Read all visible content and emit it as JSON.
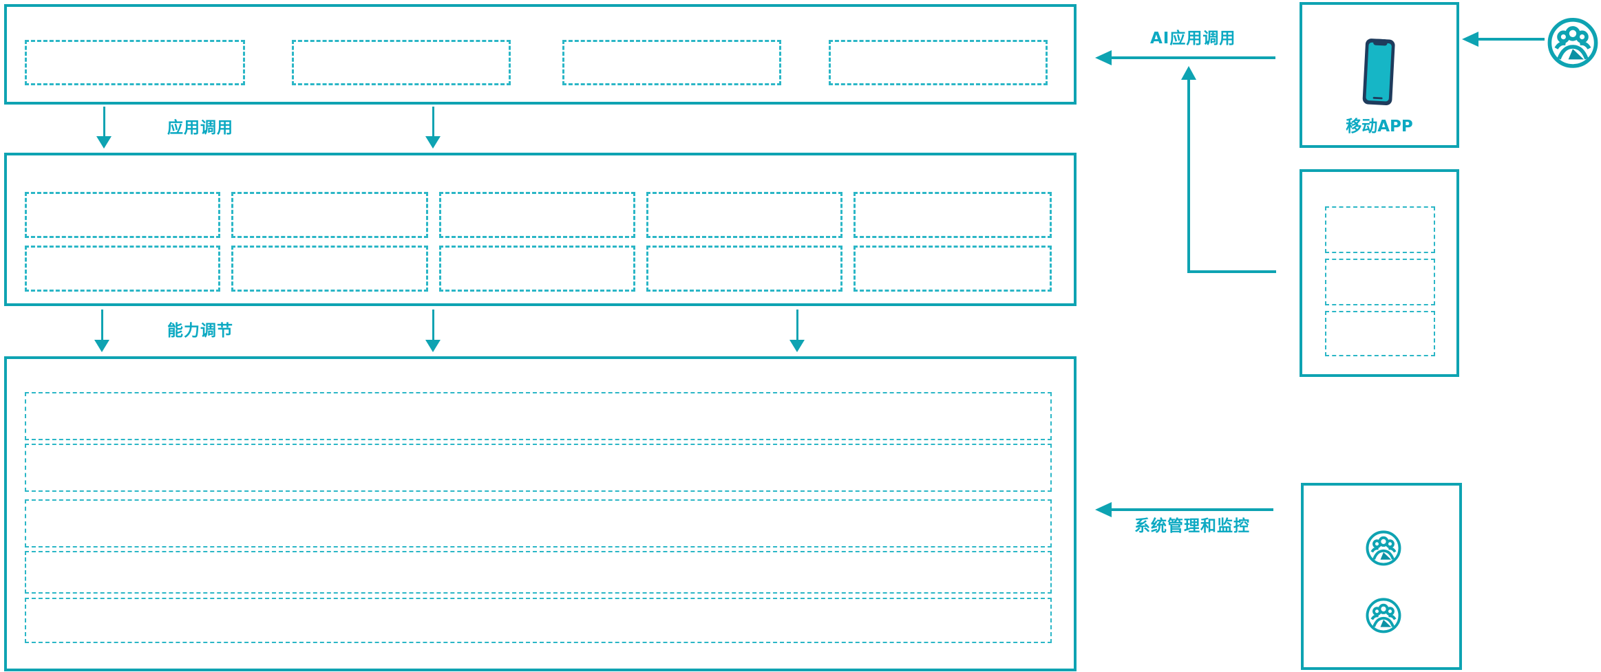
{
  "diagram": {
    "labels": {
      "app_call": "应用调用",
      "capability_adjust": "能力调节",
      "ai_app_call": "AI应用调用",
      "system_monitor": "系统管理和监控"
    },
    "app_layer": {
      "empty_slots": 4
    },
    "capability_layer": {
      "rows": 2,
      "slots_per_row": 5
    },
    "platform_layer": {
      "empty_rows": 5
    },
    "right_panel": {
      "mobile_app": {
        "label": "移动APP",
        "icon": "smartphone-icon"
      },
      "api_box": {
        "empty_slots": 3
      },
      "admin_box": {
        "user_icons": 2,
        "icon": "users-icon"
      },
      "top_icon": "users-icon"
    },
    "colors": {
      "line": "#0EA3B2",
      "dashed_border": "#2AB6C6",
      "text": "#0CA9C2",
      "phone_body": "#1F3B5C",
      "phone_screen": "#16B6C6"
    }
  }
}
